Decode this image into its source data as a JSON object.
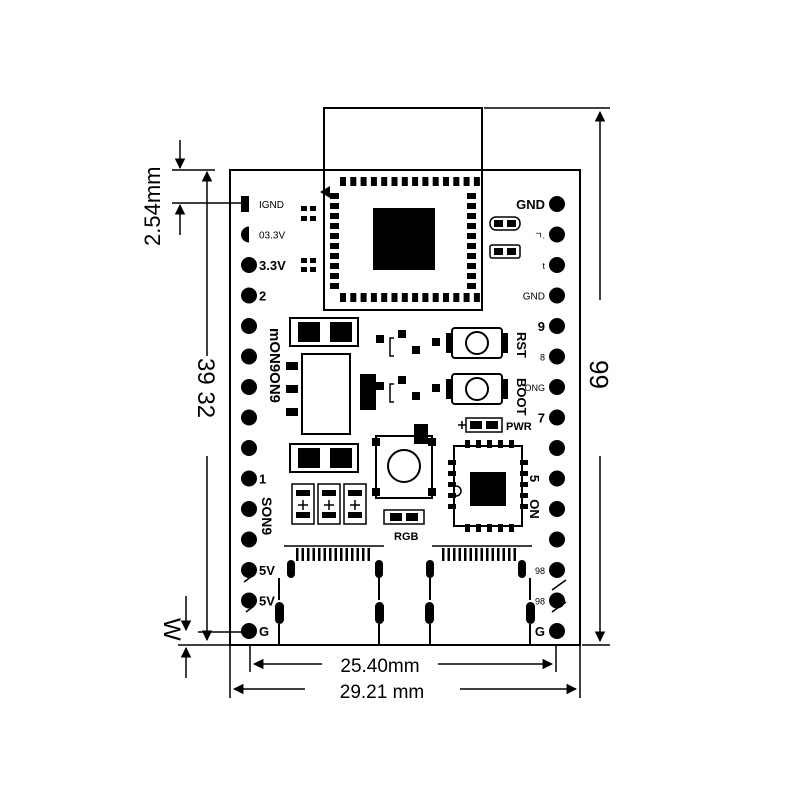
{
  "dimensions": {
    "pitch": "2.54mm",
    "inner_width": "25.40mm",
    "outer_width": "29.21 mm",
    "height_inner": "39 32",
    "height_outer": "99",
    "edge_margin": "W"
  },
  "pins_left": [
    {
      "label": "IGND"
    },
    {
      "label": "03.3V"
    },
    {
      "label": "3.3V"
    },
    {
      "label": "2"
    },
    {
      "label": ""
    },
    {
      "label": ""
    },
    {
      "label": ""
    },
    {
      "label": ""
    },
    {
      "label": ""
    },
    {
      "label": "1"
    },
    {
      "label": ""
    },
    {
      "label": ""
    },
    {
      "label": "5V"
    },
    {
      "label": "5V"
    },
    {
      "label": "G"
    }
  ],
  "pins_right": [
    {
      "label": "GND"
    },
    {
      "label": "ㄱ."
    },
    {
      "label": "t"
    },
    {
      "label": "GND"
    },
    {
      "label": "9"
    },
    {
      "label": "8"
    },
    {
      "label": "ONG"
    },
    {
      "label": "7"
    },
    {
      "label": ""
    },
    {
      "label": "5"
    },
    {
      "label": "ON"
    },
    {
      "label": ""
    },
    {
      "label": "98"
    },
    {
      "label": "98"
    },
    {
      "label": "G"
    }
  ],
  "board_labels": {
    "left_vertical_top": "mON9ON9",
    "left_vertical_bottom": "SON9",
    "rst": "RST",
    "boot": "BOOT",
    "pwr": "PWR",
    "rgb": "RGB"
  }
}
